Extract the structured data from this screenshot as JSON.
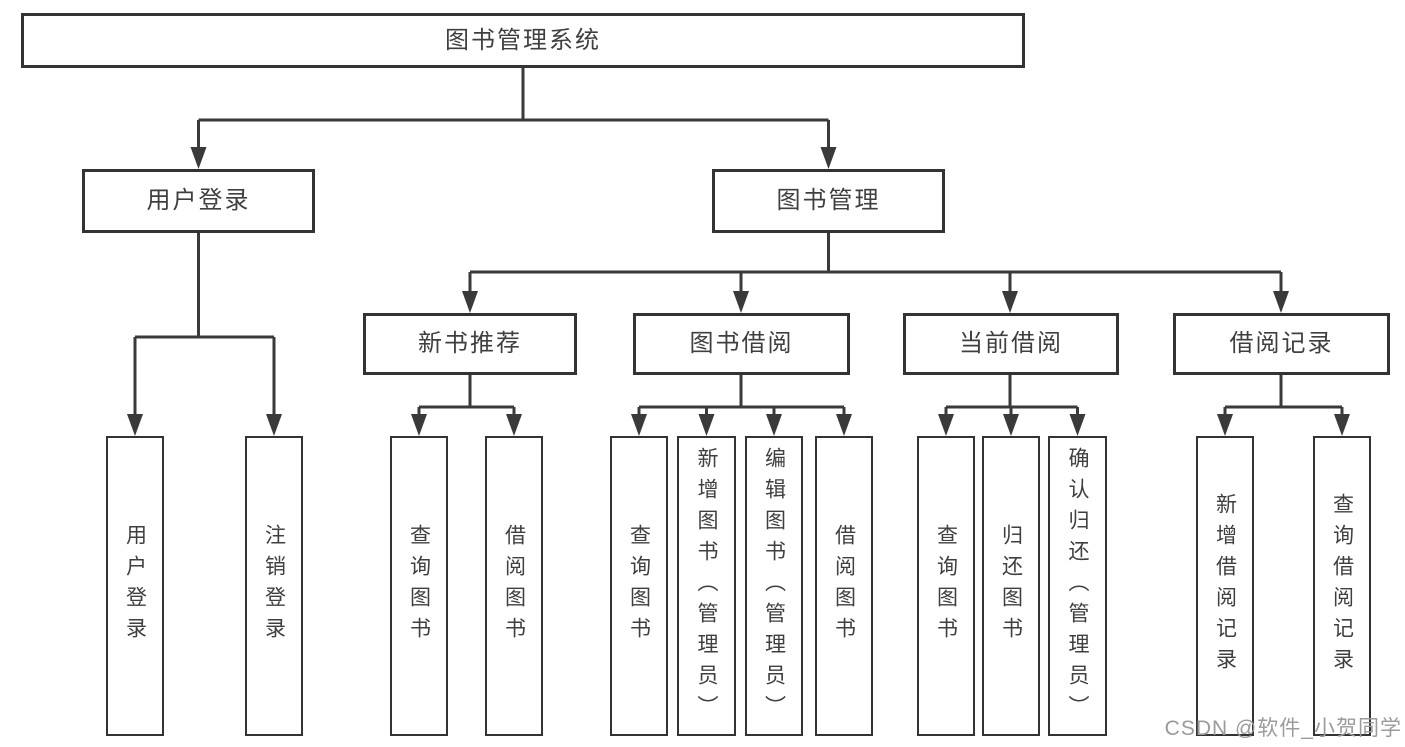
{
  "diagram": {
    "title": "图书管理系统",
    "tree": {
      "label": "图书管理系统",
      "children": [
        {
          "label": "用户登录",
          "children": [
            {
              "label": "用户登录"
            },
            {
              "label": "注销登录"
            }
          ]
        },
        {
          "label": "图书管理",
          "children": [
            {
              "label": "新书推荐",
              "children": [
                {
                  "label": "查询图书"
                },
                {
                  "label": "借阅图书"
                }
              ]
            },
            {
              "label": "图书借阅",
              "children": [
                {
                  "label": "查询图书"
                },
                {
                  "label": "新增图书（管理员）"
                },
                {
                  "label": "编辑图书（管理员）"
                },
                {
                  "label": "借阅图书"
                }
              ]
            },
            {
              "label": "当前借阅",
              "children": [
                {
                  "label": "查询图书"
                },
                {
                  "label": "归还图书"
                },
                {
                  "label": "确认归还（管理员）"
                }
              ]
            },
            {
              "label": "借阅记录",
              "children": [
                {
                  "label": "新增借阅记录"
                },
                {
                  "label": "查询借阅记录"
                }
              ]
            }
          ]
        }
      ]
    }
  },
  "watermark": {
    "text": "CSDN @软件_小贺同学"
  },
  "colors": {
    "line": "#3a3a3a",
    "box_border": "#333333",
    "text": "#3f3f3f",
    "background": "#ffffff",
    "watermark": "#9b9b9b"
  }
}
